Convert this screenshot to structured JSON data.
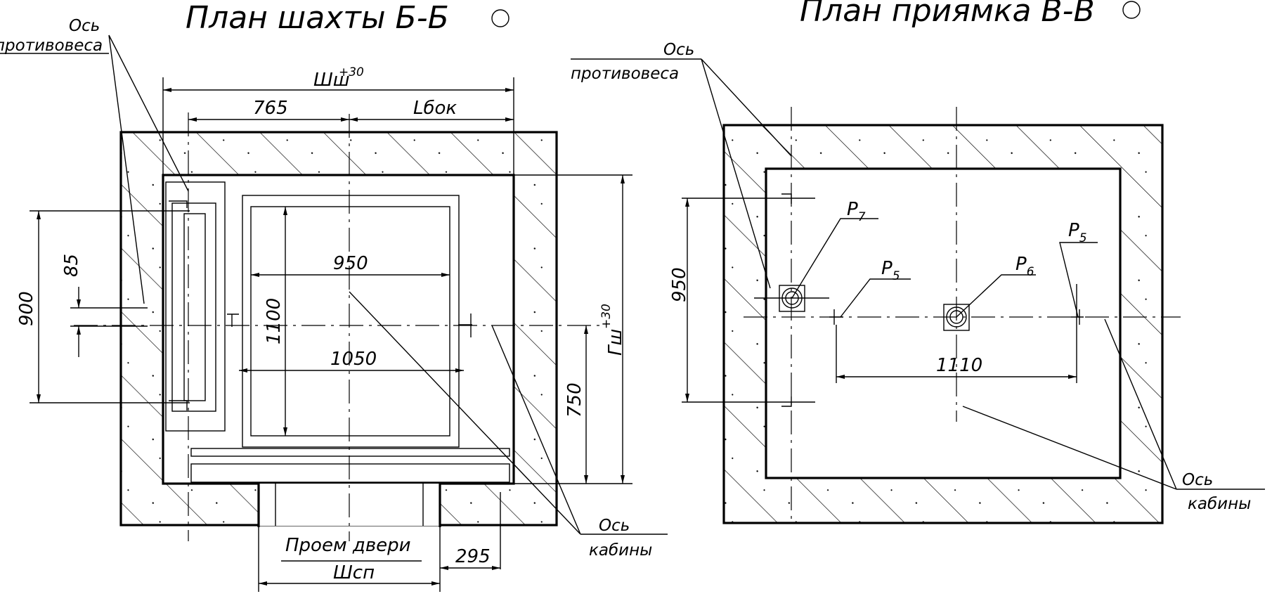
{
  "shaft_plan": {
    "title": "План шахты Б-Б",
    "counterweight_axis": [
      "Ось",
      "противовеса"
    ],
    "cabin_axis": [
      "Ось",
      "кабины"
    ],
    "dim_width": "Шш",
    "dim_width_tol": "+30",
    "dim_765": "765",
    "dim_lbok": "Lбок",
    "dim_950": "950",
    "dim_1050": "1050",
    "dim_1100": "1100",
    "dim_900": "900",
    "dim_85": "85",
    "dim_750": "750",
    "dim_depth": "Гш",
    "dim_depth_tol": "+30",
    "door_label": "Проем двери",
    "dim_door": "Шсп",
    "dim_295": "295"
  },
  "pit_plan": {
    "title": "План приямка В-В",
    "counterweight_axis": [
      "Ось",
      "противовеса"
    ],
    "cabin_axis": [
      "Ось",
      "кабины"
    ],
    "dim_950": "950",
    "dim_1110": "1110",
    "p7": "P",
    "p7_sub": "7",
    "p5_left": "P",
    "p5_left_sub": "5",
    "p6": "P",
    "p6_sub": "6",
    "p5_right": "P",
    "p5_right_sub": "5"
  }
}
